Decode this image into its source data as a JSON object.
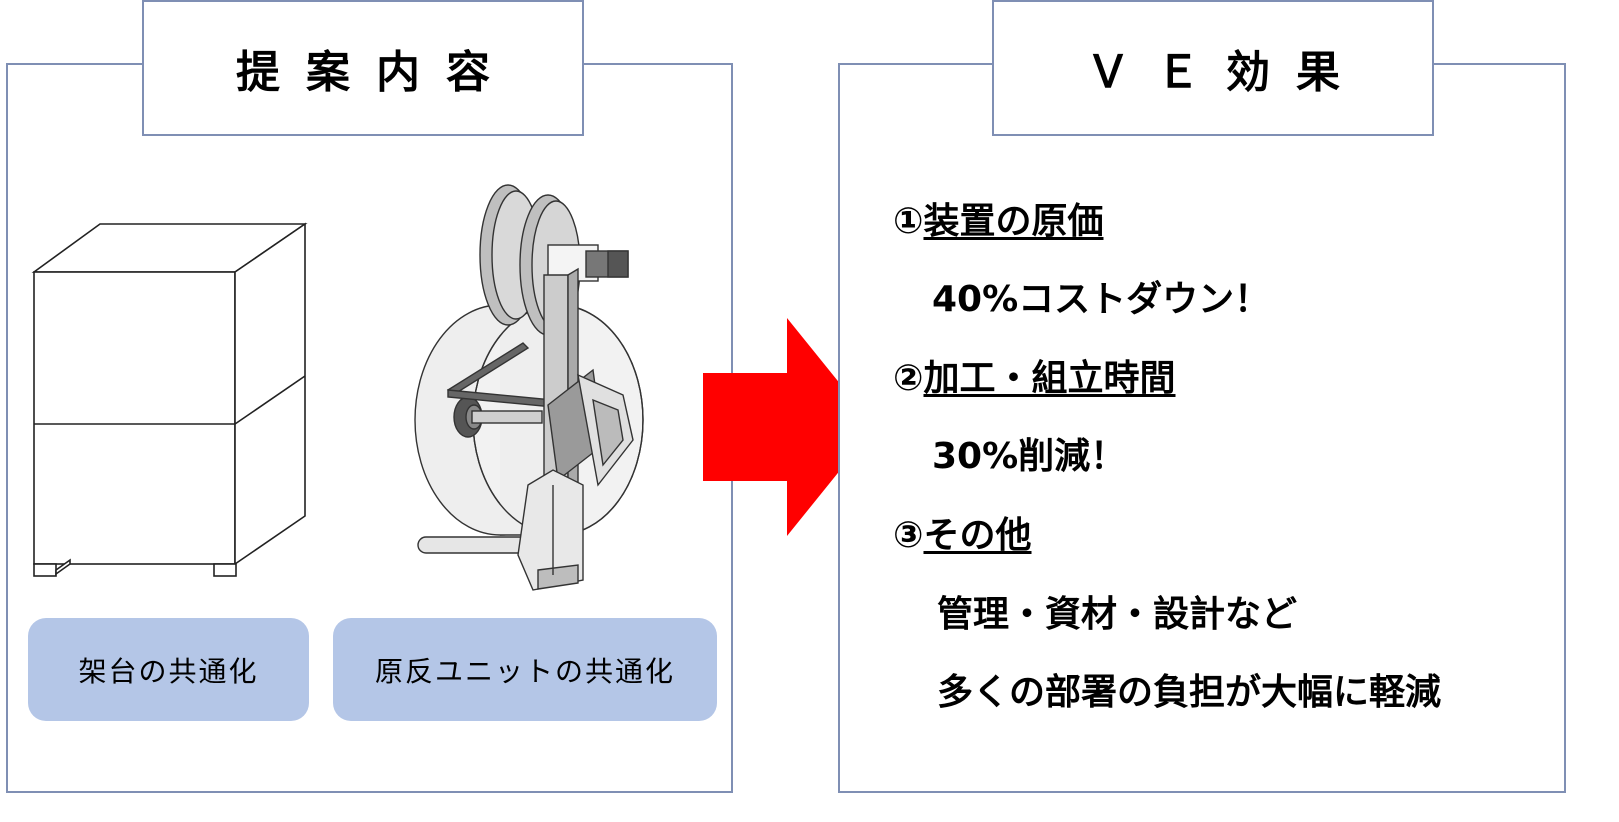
{
  "left_panel": {
    "title": "提案内容",
    "labels": [
      "架台の共通化",
      "原反ユニットの共通化"
    ]
  },
  "right_panel": {
    "title": "ＶＥ効果",
    "items": [
      {
        "marker": "①",
        "heading": "装置の原価",
        "lines": [
          "40%コストダウン！"
        ]
      },
      {
        "marker": "②",
        "heading": "加工・組立時間",
        "lines": [
          "30%削減！"
        ]
      },
      {
        "marker": "③",
        "heading": "その他",
        "lines": [
          "管理・資材・設計など",
          "多くの部署の負担が大幅に軽減"
        ]
      }
    ]
  },
  "colors": {
    "border": "#7f8fb4",
    "label_fill": "#b4c6e7",
    "arrow": "#ff0000"
  }
}
